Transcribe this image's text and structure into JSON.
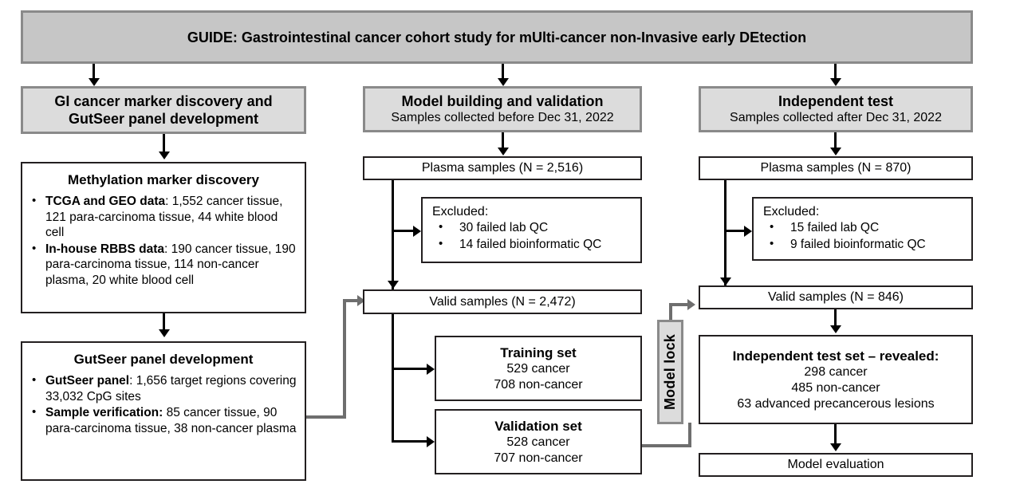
{
  "title_banner": {
    "text": "GUIDE: Gastrointestinal cancer cohort study for mUlti-cancer non-Invasive early DEtection"
  },
  "columns": {
    "left": {
      "header": {
        "line1": "GI cancer marker discovery and",
        "line2": "GutSeer panel development"
      },
      "discovery_box": {
        "title": "Methylation marker discovery",
        "bullets": [
          {
            "lead": "TCGA and GEO data",
            "rest": ": 1,552 cancer tissue, 121 para-carcinoma tissue, 44 white blood cell"
          },
          {
            "lead": "In-house RBBS data",
            "rest": ": 190 cancer tissue, 190 para-carcinoma tissue, 114 non-cancer plasma, 20 white blood cell"
          }
        ]
      },
      "panel_box": {
        "title": "GutSeer panel development",
        "bullets": [
          {
            "lead": "GutSeer panel",
            "rest": ": 1,656 target regions covering 33,032 CpG sites"
          },
          {
            "lead": "Sample verification:",
            "rest": " 85 cancer tissue, 90 para-carcinoma tissue, 38 non-cancer plasma"
          }
        ]
      }
    },
    "middle": {
      "header": {
        "line1": "Model building and validation",
        "line2": "Samples collected before Dec 31, 2022"
      },
      "plasma": "Plasma samples (N = 2,516)",
      "excluded": {
        "title": "Excluded:",
        "items": [
          "30 failed lab QC",
          "14 failed bioinformatic QC"
        ]
      },
      "valid": "Valid samples (N = 2,472)",
      "training": {
        "title": "Training set",
        "line2": "529 cancer",
        "line3": "708 non-cancer"
      },
      "validation": {
        "title": "Validation set",
        "line2": "528 cancer",
        "line3": "707 non-cancer"
      }
    },
    "right": {
      "header": {
        "line1": "Independent test",
        "line2": "Samples collected after Dec 31, 2022"
      },
      "plasma": "Plasma samples (N = 870)",
      "excluded": {
        "title": "Excluded:",
        "items": [
          "15 failed lab QC",
          "9 failed bioinformatic QC"
        ]
      },
      "valid": "Valid samples (N = 846)",
      "test_set": {
        "title": "Independent test set – revealed:",
        "line2": "298 cancer",
        "line3": "485 non-cancer",
        "line4": "63 advanced precancerous lesions"
      },
      "evaluation": "Model evaluation"
    }
  },
  "model_lock": {
    "label": "Model lock"
  },
  "colors": {
    "banner_fill": "#c6c6c6",
    "header_fill": "#dcdcdc",
    "box_border": "#231f20",
    "gray_border": "#8a8a8a",
    "gray_connector": "#6e6e6e"
  }
}
